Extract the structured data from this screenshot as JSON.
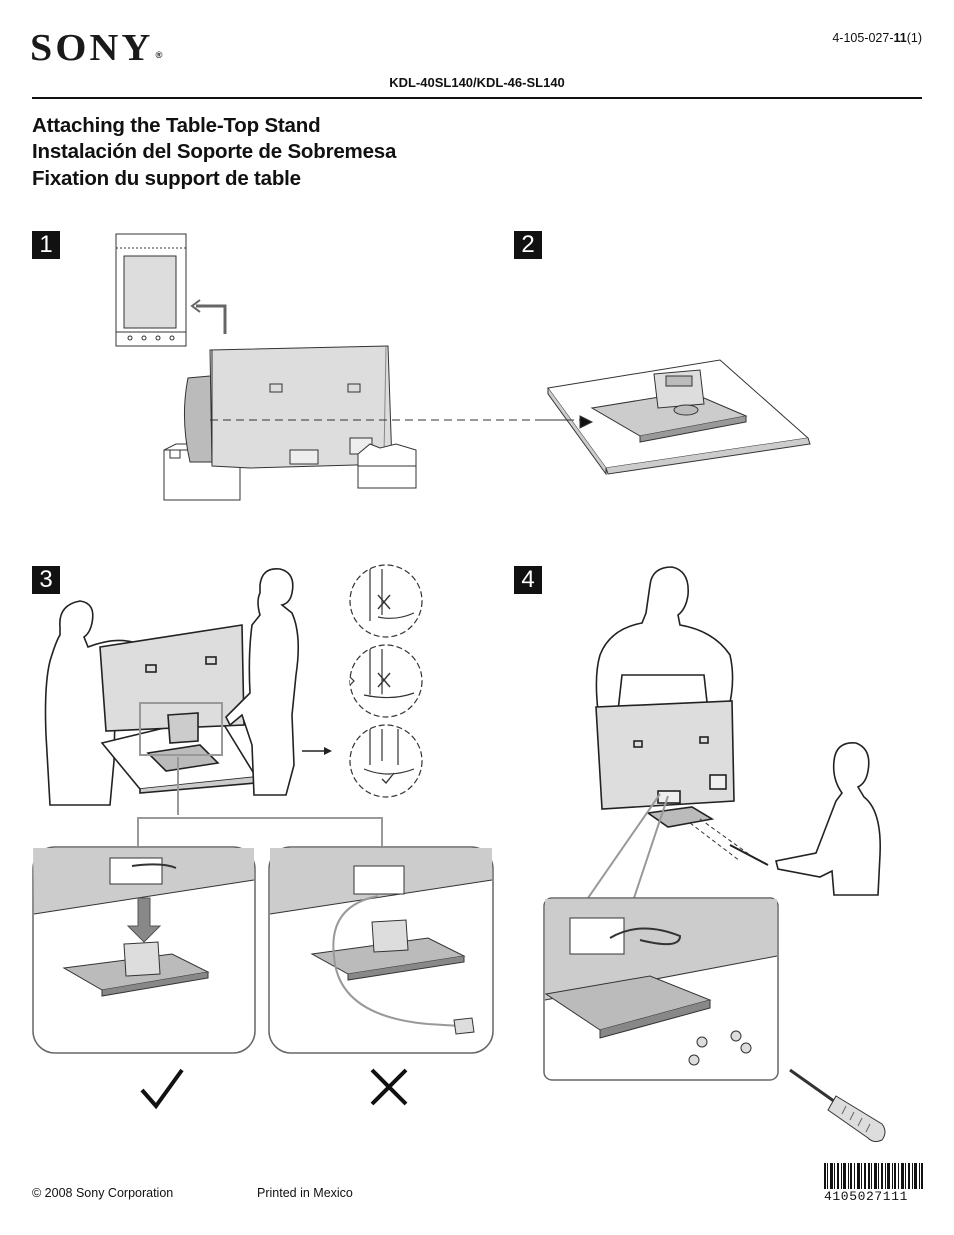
{
  "header": {
    "brand": "SONY",
    "brand_mark": "®",
    "doc_number_prefix": "4-105-027-",
    "doc_number_bold": "11",
    "doc_number_suffix": "(1)",
    "models": "KDL-40SL140/KDL-46-SL140"
  },
  "titles": {
    "english": "Attaching the Table-Top Stand",
    "spanish": "Instalación del Soporte de Sobremesa",
    "french": "Fixation du support de table"
  },
  "steps": [
    "1",
    "2",
    "3",
    "4"
  ],
  "footer": {
    "copyright": "© 2008 Sony Corporation",
    "printed": "Printed in Mexico",
    "barcode_number": "4105027111"
  }
}
